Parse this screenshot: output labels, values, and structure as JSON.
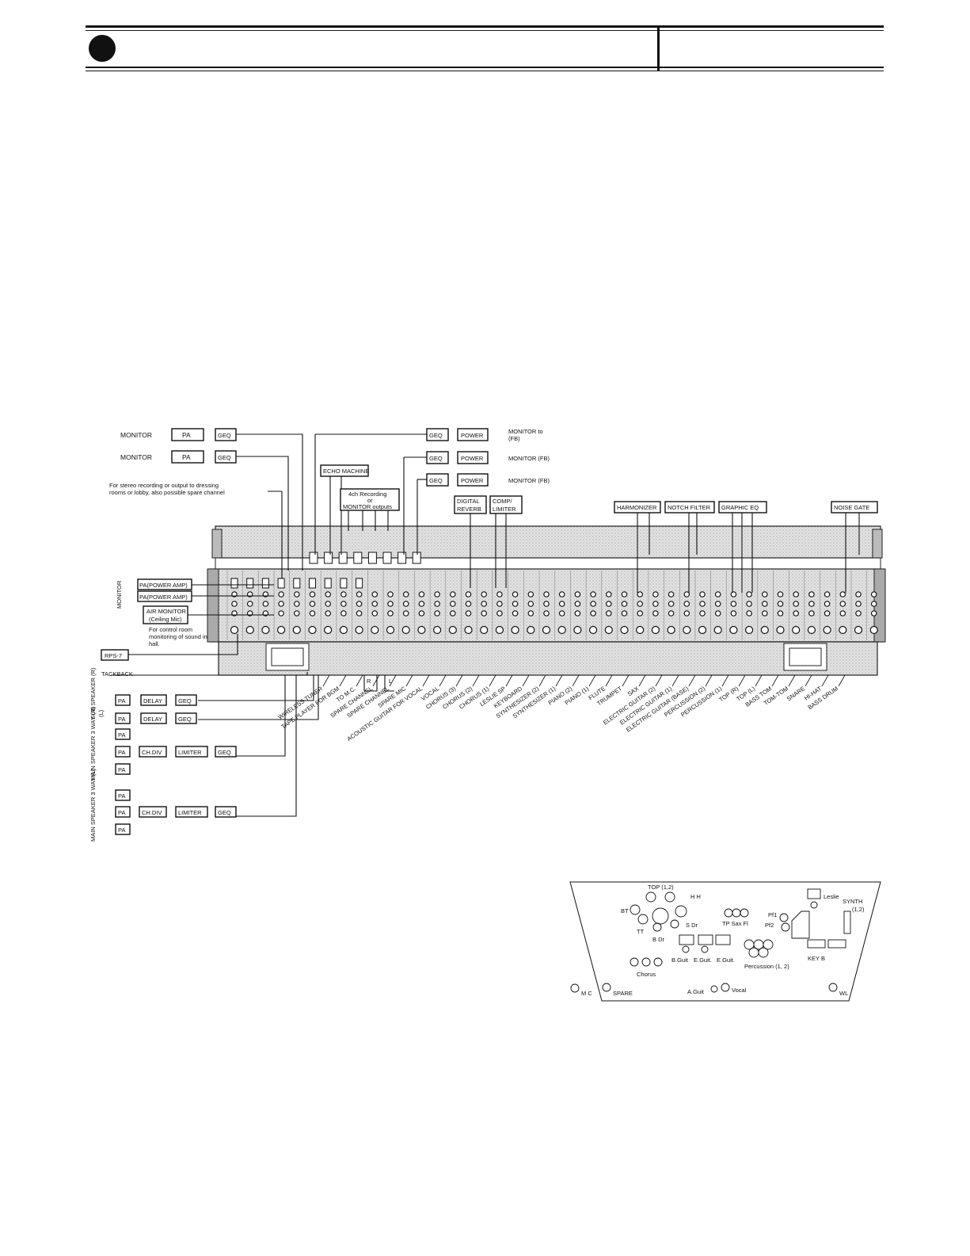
{
  "header": {},
  "top_devices": {
    "monitor_1": "MONITOR",
    "monitor_2": "MONITOR",
    "pa": "PA",
    "geq": "GEQ",
    "power": "POWER",
    "monitor_fb_1": "MONITOR to",
    "monitor_fb_1b": "(FB)",
    "monitor_fb_2": "MONITOR (FB)",
    "monitor_fb_3": "MONITOR (FB)",
    "echo_machine": "ECHO MACHINE",
    "rec_4ch_l1": "4ch Recording",
    "rec_4ch_l2": "or",
    "rec_4ch_l3": "MONITOR outputs",
    "stereo_note_l1": "For stereo recording or output to dressing",
    "stereo_note_l2": "rooms or lobby, also possible spare channel",
    "digital_reverb_l1": "DIGITAL",
    "digital_reverb_l2": "REVERB",
    "comp_l1": "COMP/",
    "comp_l2": "LIMITER",
    "harmonizer": "HARMONIZER",
    "notch_filter": "NOTCH FILTER",
    "graphic_eq": "GRAPHIC EQ",
    "noise_gate": "NOISE GATE"
  },
  "left_devices": {
    "monitor_vertical": "MONITOR",
    "pa_power_amp": "PA(POWER AMP)",
    "air_monitor_l1": "AIR MONITOR",
    "air_monitor_l2": "(Ceiling Mic)",
    "control_note_l1": "For control room",
    "control_note_l2": "monitoring of sound in",
    "control_note_l3": "hall.",
    "rps7": "RPS-7",
    "tackback": "TACKBACK",
    "sub_speaker_r": "SUB SPEAKER (R)",
    "sub_speaker_l": "(L)",
    "delay": "DELAY",
    "main_speaker_r": "MAIN SPEAKER 3 WAY (R)",
    "main_speaker_l": "MAIN SPEAKER 3 WAY (L)",
    "ch_div": "CH.DIV",
    "limiter": "LIMITER",
    "r": "R",
    "l": "L"
  },
  "channel_labels": [
    "WIRELESS TUNER",
    "TAPE PLAYER FOR BGM",
    "TO M.C.",
    "SPARE CHANNEL",
    "SPARE CHANNEL",
    "SPARE MIC",
    "ACOUSTIC GUITAR FOR VOCAL",
    "VOCAL",
    "CHORUS (3)",
    "CHORUS (2)",
    "CHORUS (1)",
    "LESLIE SP",
    "KEYBOARD",
    "SYNTHESIZER (2)",
    "SYNTHESIZER (1)",
    "PIANO (2)",
    "PIANO (1)",
    "FLUTE",
    "TRUMPET",
    "SAX",
    "ELECTRIC GUITAR (2)",
    "ELECTRIC GUITAR (1)",
    "ELECTRIC GUITAR (BASE)",
    "PERCUSSION (2)",
    "PERCUSSION (1)",
    "TOP (R)",
    "TOP (L)",
    "BASS TOM",
    "TOM-TOM",
    "SNARE",
    "HI-HAT",
    "BASS DRUM"
  ],
  "stage_plan": {
    "top": "TOP (1,2)",
    "hh": "H H",
    "bt": "BT",
    "tt": "TT",
    "sdr": "S Dr",
    "bdr": "B Dr",
    "tp_sax_fl": "TP Sax Fl",
    "pf1": "Pf1",
    "pf2": "Pf2",
    "leslie": "Leslie",
    "synth_l1": "SYNTH",
    "synth_l2": "(1,2)",
    "b_guit": "B.Guit",
    "e_guit1": "E.Guit.",
    "e_guit2": "E.Guit.",
    "percussion": "Percussion (1, 2)",
    "key_b": "KEY B",
    "chorus": "Chorus",
    "mc": "M C",
    "spare": "SPARE",
    "a_guit": "A.Guit",
    "vocal": "Vocal",
    "wl": "WL"
  }
}
